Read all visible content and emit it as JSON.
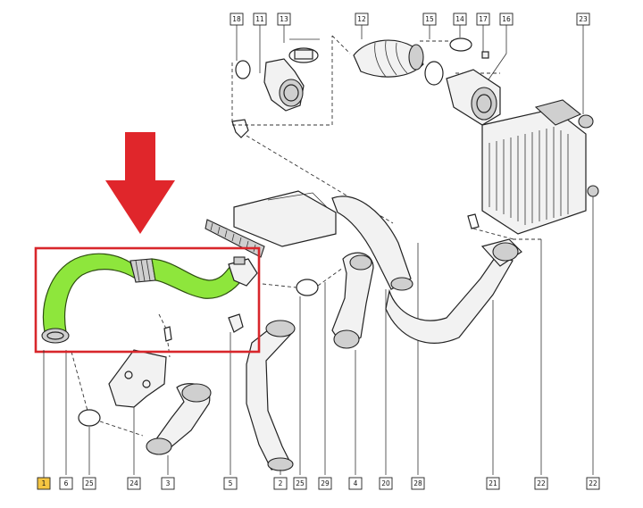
{
  "diagram": {
    "highlight_color": "#8ee63c",
    "frame_color": "#d8262b",
    "arrow_color": "#e0262b",
    "label_highlight_color": "#f5c542",
    "highlighted_part": "1",
    "callouts": {
      "top": [
        "18",
        "11",
        "13",
        "12",
        "15",
        "14",
        "17",
        "16",
        "23"
      ],
      "bottom": [
        "1",
        "6",
        "25",
        "24",
        "3",
        "5",
        "2",
        "25",
        "29",
        "4",
        "20",
        "28",
        "21",
        "22",
        "22"
      ]
    }
  }
}
